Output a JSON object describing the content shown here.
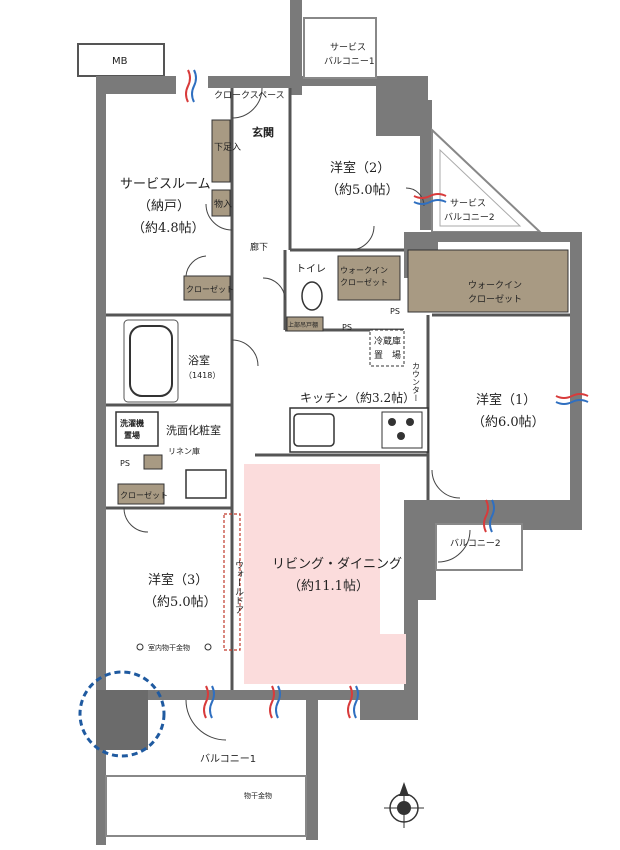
{
  "colors": {
    "wall": "#7a7a7a",
    "wall_dark": "#6b6b6b",
    "storage": "#a89a83",
    "living_highlight": "#fbdcdc",
    "compass_ring": "#1f5aa0",
    "heat_red": "#d83b3b",
    "heat_blue": "#2f6fc0"
  },
  "rooms": {
    "mb": "MB",
    "cloak": "クロークスペース",
    "genkan": "玄関",
    "shitabako": "下足入",
    "monoire": "物入",
    "service_room": "サービスルーム",
    "nando": "（納戸）",
    "service_size": "（約4.8帖）",
    "closet_service": "クローゼット",
    "rouka": "廊下",
    "toilet": "トイレ",
    "wic_small_1": "ウォークイン",
    "wic_small_2": "クローゼット",
    "youshitsu2": "洋室（2）",
    "youshitsu2_size": "（約5.0帖）",
    "service_balcony1_a": "サービス",
    "service_balcony1_b": "バルコニー1",
    "service_balcony2_a": "サービス",
    "service_balcony2_b": "バルコニー2",
    "wic_large_1": "ウォークイン",
    "wic_large_2": "クローゼット",
    "jouburu": "上部吊戸棚",
    "ps_1": "PS",
    "ps_2": "PS",
    "ps_3": "PS",
    "reizouko_1": "冷蔵庫",
    "reizouko_2": "置　場",
    "bath": "浴室",
    "bath_size": "（1418）",
    "counter": "カウンター",
    "kitchen": "キッチン（約3.2帖）",
    "youshitsu1": "洋室（1）",
    "youshitsu1_size": "（約6.0帖）",
    "sentakuki_1": "洗濯機",
    "sentakuki_2": "置場",
    "senmen": "洗面化粧室",
    "linen": "リネン庫",
    "closet_3": "クローゼット",
    "living": "リビング・ダイニング",
    "living_size": "（約11.1帖）",
    "walldoor": "ウォールドア",
    "youshitsu3": "洋室（3）",
    "youshitsu3_size": "（約5.0帖）",
    "monohoshi_indoor": "室内物干金物",
    "balcony2": "バルコニー2",
    "balcony1": "バルコニー1",
    "monohoshi": "物干金物"
  }
}
